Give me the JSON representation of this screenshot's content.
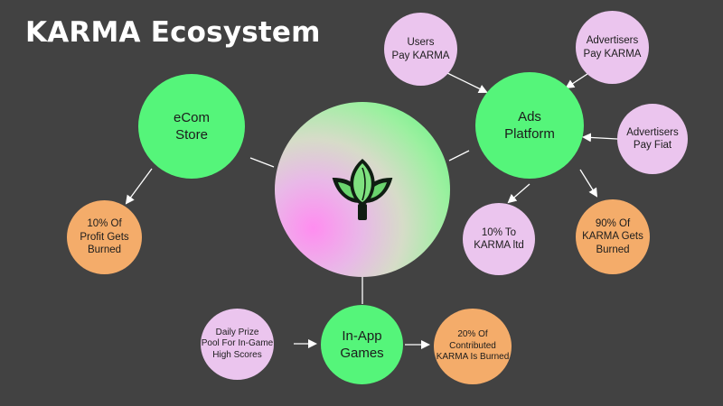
{
  "title": "KARMA Ecosystem",
  "nodes": {
    "hub": {
      "icon": "sprout-leaf-icon"
    },
    "ecom_store": {
      "label": "eCom\nStore"
    },
    "ads_platform": {
      "label": "Ads\nPlatform"
    },
    "in_app_games": {
      "label": "In-App\nGames"
    },
    "users_pay_karma": {
      "label": "Users\nPay KARMA"
    },
    "advertisers_pay_karma": {
      "label": "Advertisers\nPay KARMA"
    },
    "advertisers_pay_fiat": {
      "label": "Advertisers\nPay Fiat"
    },
    "ten_pct_karma_ltd": {
      "label": "10% To\nKARMA ltd"
    },
    "ninety_pct_burned": {
      "label": "90% Of\nKARMA Gets\nBurned"
    },
    "ten_pct_profit_burned": {
      "label": "10% Of\nProfit Gets\nBurned"
    },
    "daily_prize_pool": {
      "label": "Daily Prize\nPool For In-Game\nHigh Scores"
    },
    "twenty_pct_burned": {
      "label": "20% Of\nContributed\nKARMA Is Burned"
    }
  },
  "colors": {
    "background": "#424242",
    "primary_node": "#55f57a",
    "input_node": "#ebc5ee",
    "burn_node": "#f4ac6a",
    "connector": "#ffffff",
    "hub_gradient": [
      "#ff8df0",
      "#d6dcc8",
      "#5cf27e"
    ]
  }
}
